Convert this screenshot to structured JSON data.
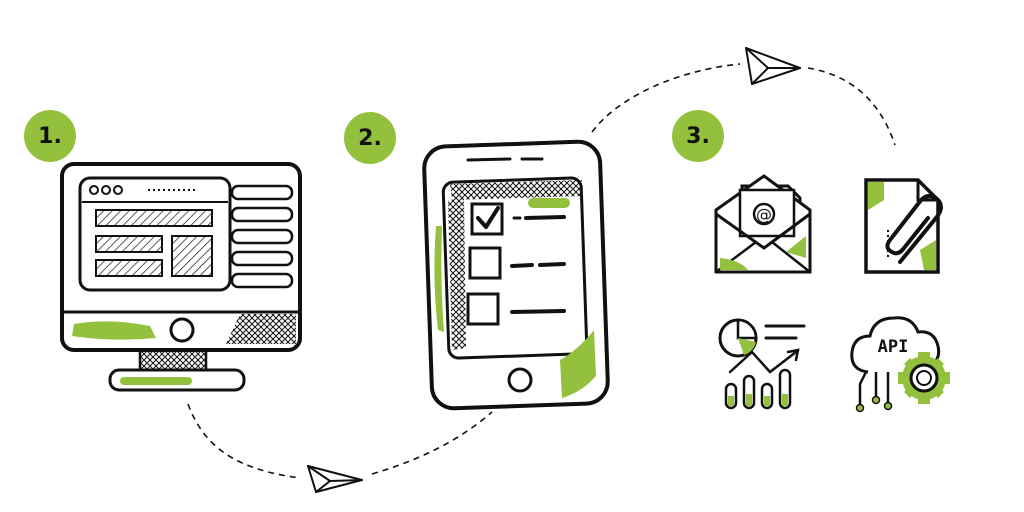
{
  "steps": [
    {
      "number": "1.",
      "icon": "desktop-monitor-icon"
    },
    {
      "number": "2.",
      "icon": "tablet-checklist-icon"
    },
    {
      "number": "3.",
      "icons": [
        "email-envelope-icon",
        "document-paperclip-icon",
        "analytics-chart-icon",
        "api-cloud-gear-icon"
      ]
    }
  ],
  "api_text": "API",
  "colors": {
    "accent": "#93c13e",
    "ink": "#111111",
    "background": "#ffffff"
  }
}
